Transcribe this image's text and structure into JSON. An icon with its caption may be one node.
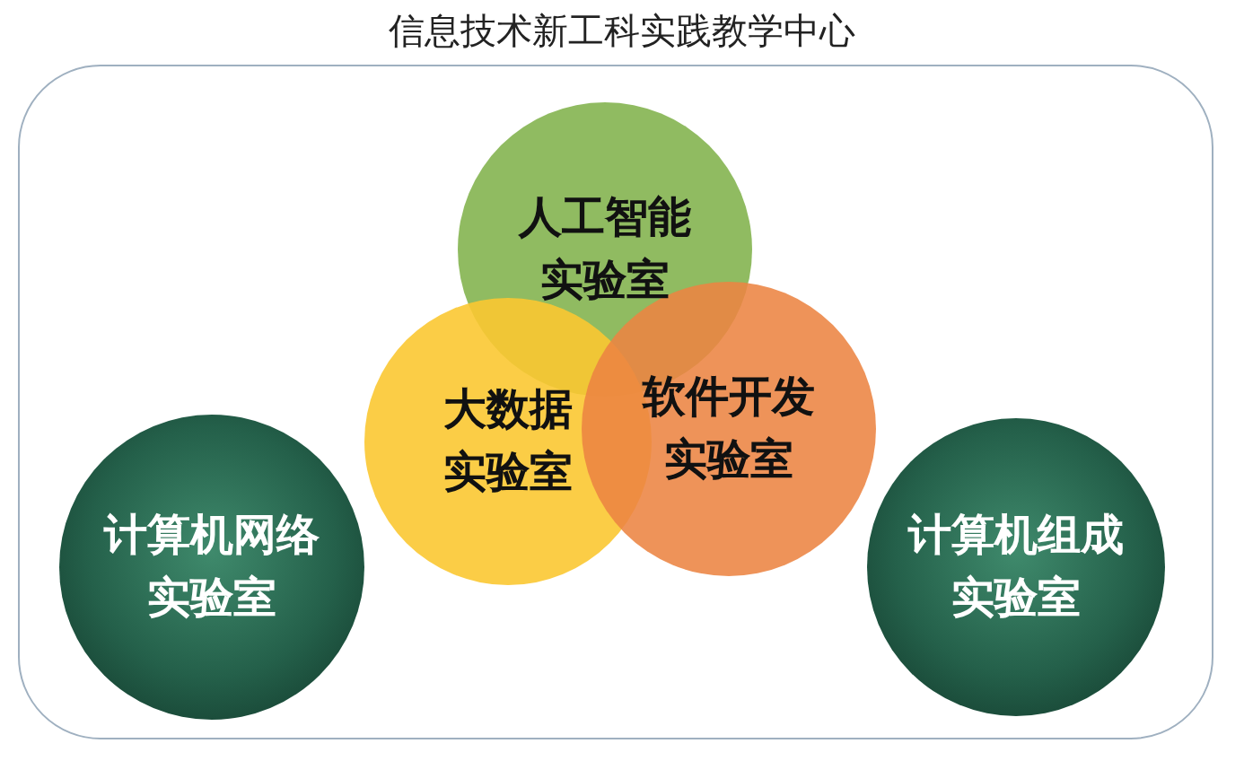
{
  "diagram": {
    "nodes": [
      {
        "text": [
          "信息技术新工科实践教学中心"
        ]
      },
      {
        "text": [
          "人工智能实验室"
        ],
        "in": 0
      },
      {
        "text": [
          "大数据实验室"
        ],
        "in": 0
      },
      {
        "text": [
          "软件开发实验室"
        ],
        "in": 0
      },
      {
        "text": [
          "计算机网络实验室"
        ],
        "in": 0
      },
      {
        "text": [
          "计算机组成实验室"
        ],
        "in": 0
      }
    ]
  }
}
